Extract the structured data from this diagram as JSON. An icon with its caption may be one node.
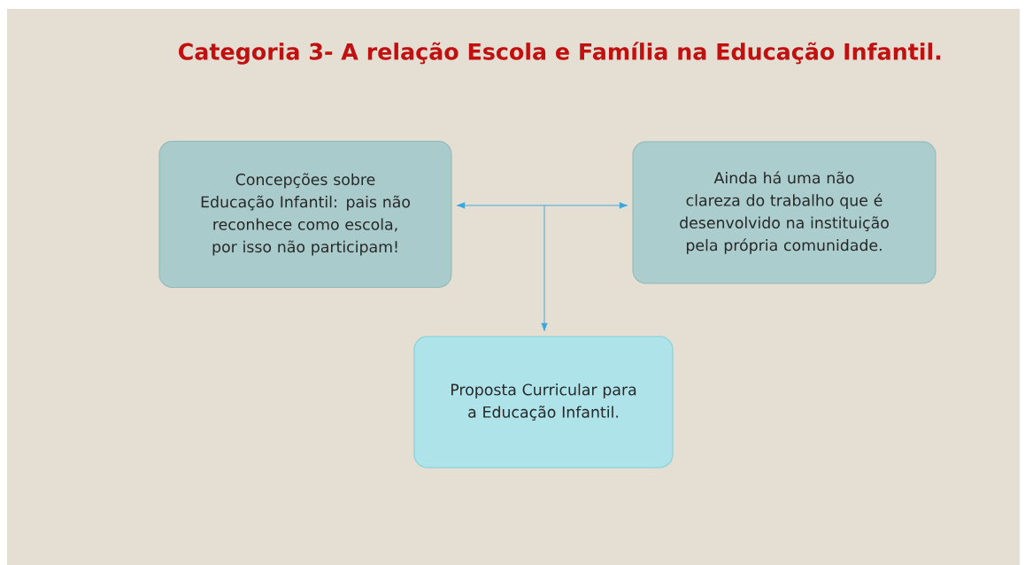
{
  "diagram": {
    "title": "Categoria 3- A relação Escola e Família na Educação Infantil.",
    "nodes": [
      {
        "text": [
          "Concepções sobre Educação Infantil: pais não reconhece como escola, por isso não participam!"
        ]
      },
      {
        "text": [
          "Ainda há uma não clareza do trabalho que é desenvolvido na instituição pela própria comunidade."
        ]
      },
      {
        "text": [
          "Proposta Curricular para a Educação Infantil."
        ]
      }
    ],
    "edges": [
      {
        "from": null,
        "to": 0,
        "arrow": "to"
      },
      {
        "from": null,
        "to": 1,
        "arrow": "to"
      },
      {
        "from": null,
        "to": 2,
        "arrow": "to"
      }
    ]
  }
}
